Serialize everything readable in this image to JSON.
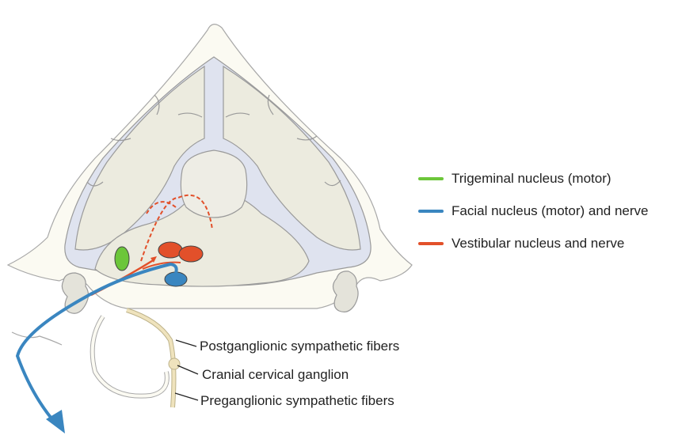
{
  "legend": {
    "items": [
      {
        "label": "Trigeminal nucleus (motor)",
        "color": "#6cc63a"
      },
      {
        "label": "Facial nucleus (motor) and nerve",
        "color": "#3a86c0"
      },
      {
        "label": "Vestibular nucleus and nerve",
        "color": "#e2502a"
      }
    ]
  },
  "annotations": {
    "postganglionic": "Postganglionic sympathetic fibers",
    "ganglion": "Cranial cervical ganglion",
    "preganglionic": "Preganglionic sympathetic fibers"
  },
  "colors": {
    "skull": "#fbfaf2",
    "brain": "#ecebdf",
    "meninges": "#dfe3ef",
    "outline": "#9a9a9a",
    "sympathetic": "#efe3bd"
  }
}
